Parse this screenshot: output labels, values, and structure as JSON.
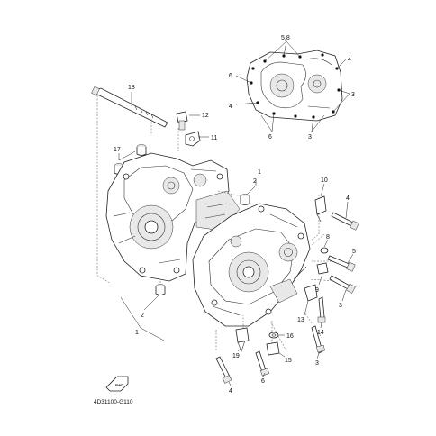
{
  "diagram_code": "4D31100-G110",
  "fwd_label": "FWD",
  "callouts": {
    "c18": "18",
    "c12": "12",
    "c11": "11",
    "c17": "17",
    "c58": "5,8",
    "c6a": "6",
    "c4a": "4",
    "c4b": "4",
    "c3a": "3",
    "c6b": "6",
    "c3b": "3",
    "c1a": "1",
    "c2a": "2",
    "c10": "10",
    "c4c": "4",
    "c8": "8",
    "c5": "5",
    "c9": "9",
    "c3c": "3",
    "c13": "13",
    "c14": "14",
    "c2b": "2",
    "c1b": "1",
    "c16": "16",
    "c19": "19",
    "c15": "15",
    "c3d": "3",
    "c4d": "4",
    "c6c": "6"
  }
}
